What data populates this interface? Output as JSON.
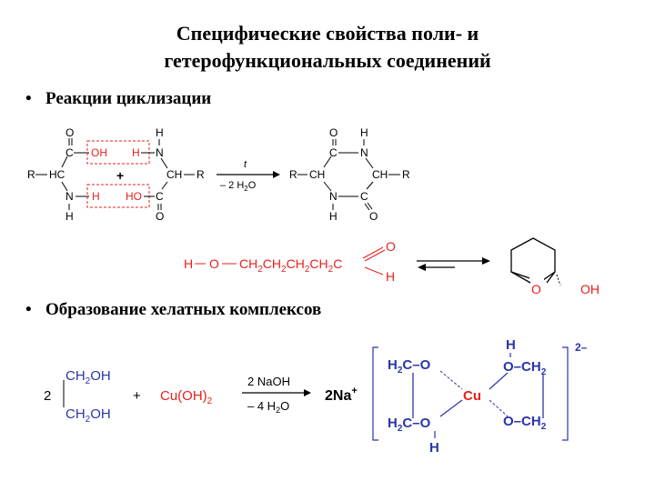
{
  "slide": {
    "title_line1": "Специфические свойства поли- и",
    "title_line2": "гетерофункциональных соединений",
    "bullet1": "Реакции циклизации",
    "bullet2": "Образование хелатных комплексов"
  },
  "reaction1": {
    "R_left": "R",
    "HC_left": "HC",
    "C_top": "C",
    "OH_box": "OH",
    "H_box_top": "H",
    "N_top": "N",
    "H_top": "H",
    "CH_right": "CH",
    "R_right": "R",
    "O_top": "O",
    "plus": "+",
    "N_bottom": "N",
    "H_bottom": "H",
    "H_box_bottom": "H",
    "HO_box": "HO",
    "C_bottom": "C",
    "O_bottom": "O",
    "arrow_top": "t",
    "arrow_bottom_prefix": "– 2 H",
    "arrow_bottom_sub": "2",
    "arrow_bottom_suffix": "O",
    "product": {
      "R_left": "R",
      "CH_left": "CH",
      "C_top": "C",
      "O_top": "O",
      "N_top": "N",
      "H_top": "H",
      "CH_right": "CH",
      "R_right": "R",
      "N_bottom": "N",
      "H_bottom": "H",
      "C_bottom": "C",
      "O_bottom": "O"
    }
  },
  "reaction2": {
    "H": "H",
    "dash1": "–",
    "O": "O",
    "dash2": "—",
    "chain": "CH",
    "chain_sub": "2",
    "C": "C",
    "O_ald": "O",
    "H_ald": "H",
    "ring_O": "O",
    "ring_OH": "OH"
  },
  "reaction3": {
    "coef": "2",
    "CH2OH_top": "CH",
    "CH2OH_bottom": "CH",
    "sub2": "2",
    "OH": "OH",
    "plus": "+",
    "cu_reagent": "Cu(OH)",
    "cu_sub": "2",
    "arrow_top_prefix": "2 NaOH",
    "arrow_bottom_prefix": "– 4 H",
    "arrow_bottom_sub": "2",
    "arrow_bottom_suffix": "O",
    "na": "2Na",
    "na_charge": "+",
    "complex": {
      "H2C_top": "H",
      "H2C_sub": "2",
      "C_O_top": "C–O",
      "H_top": "H",
      "O_CH2_top": "O–CH",
      "Cu": "Cu",
      "H2C_bottom": "H",
      "C_O_bottom": "C–O",
      "H_bottom": "H",
      "O_CH2_bottom": "O–CH",
      "charge": "2–"
    }
  },
  "colors": {
    "red": "#e8201c",
    "blue": "#2a36a8",
    "black": "#000000"
  }
}
